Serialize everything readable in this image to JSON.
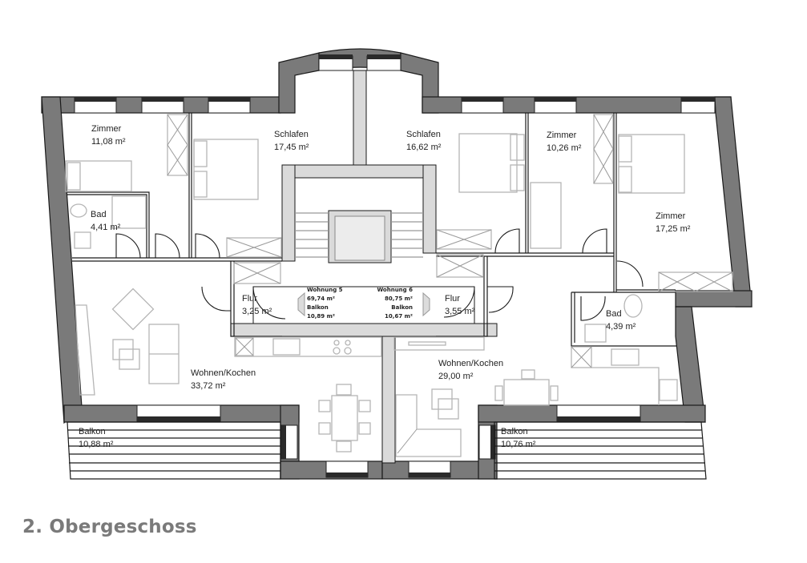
{
  "title": "2. Obergeschoss",
  "apartments": [
    {
      "name": "Wohnung 5",
      "area": "69,74 m²",
      "balcony_label": "Balkon",
      "balcony_area": "10,89 m²"
    },
    {
      "name": "Wohnung 6",
      "area": "80,75 m²",
      "balcony_label": "Balkon",
      "balcony_area": "10,67 m²"
    }
  ],
  "rooms": {
    "w5_zimmer": {
      "name": "Zimmer",
      "area": "11,08 m²"
    },
    "w5_schlafen": {
      "name": "Schlafen",
      "area": "17,45 m²"
    },
    "w5_bad": {
      "name": "Bad",
      "area": "4,41 m²"
    },
    "w5_flur": {
      "name": "Flur",
      "area": "3,25 m²"
    },
    "w5_wohnen": {
      "name": "Wohnen/Kochen",
      "area": "33,72 m²"
    },
    "w5_balkon": {
      "name": "Balkon",
      "area": "10,88 m²"
    },
    "w6_schlafen": {
      "name": "Schlafen",
      "area": "16,62 m²"
    },
    "w6_zimmer_small": {
      "name": "Zimmer",
      "area": "10,26 m²"
    },
    "w6_zimmer_large": {
      "name": "Zimmer",
      "area": "17,25 m²"
    },
    "w6_flur": {
      "name": "Flur",
      "area": "3,55 m²"
    },
    "w6_bad": {
      "name": "Bad",
      "area": "4,39 m²"
    },
    "w6_wohnen": {
      "name": "Wohnen/Kochen",
      "area": "29,00 m²"
    },
    "w6_balkon": {
      "name": "Balkon",
      "area": "10,76 m²"
    }
  },
  "colors": {
    "exterior_wall": "#7a7a7a",
    "stair_wall": "#dadada",
    "furniture": "#b5b5b5",
    "title": "#7a7a7a"
  }
}
